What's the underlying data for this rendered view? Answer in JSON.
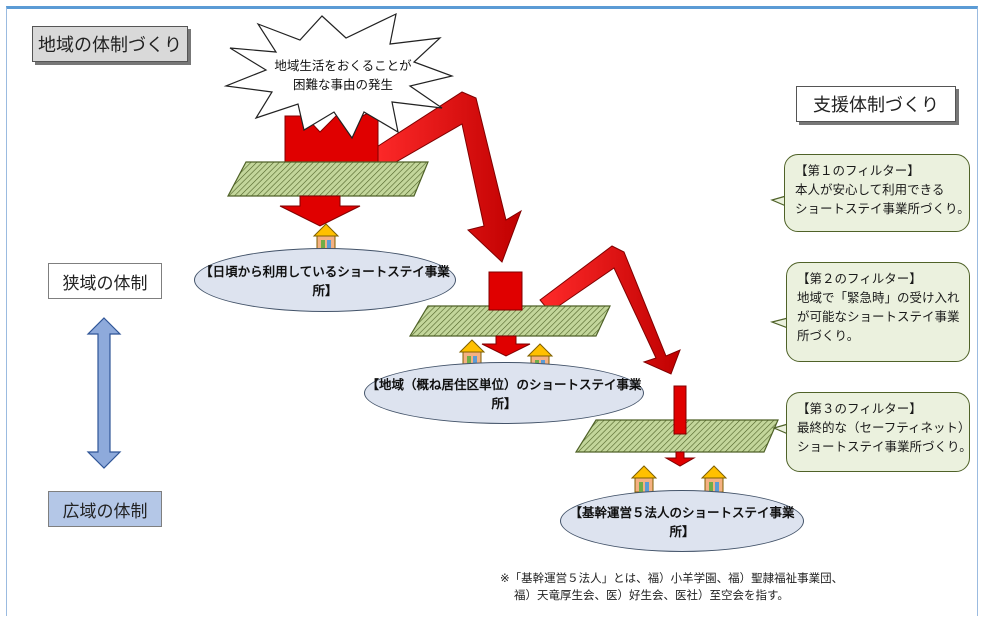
{
  "header_left": "地域の体制づくり",
  "header_right": "支援体制づくり",
  "event_lines": [
    "地域生活をおくることが",
    "困難な事由の発生"
  ],
  "scope": {
    "narrow": "狭域の体制",
    "wide": "広域の体制"
  },
  "tiers": [
    "【日頃から利用しているショートステイ事業所】",
    "【地域（概ね居住区単位）のショートステイ事業所】",
    "【基幹運営５法人のショートステイ事業所】"
  ],
  "filters": [
    [
      "【第１のフィルター】",
      "本人が安心して利用できる",
      "ショートステイ事業所づくり。"
    ],
    [
      "【第２のフィルター】",
      "地域で「緊急時」の受け入れ",
      "が可能なショートステイ事業",
      "所づくり。"
    ],
    [
      "【第３のフィルター】",
      "最終的な（セーフティネット）",
      "ショートステイ事業所づくり。"
    ]
  ],
  "note_lines": [
    "※「基幹運営５法人」とは、福）小羊学園、福）聖隷福祉事業団、",
    "福）天竜厚生会、医）好生会、医社）至空会を指す。"
  ],
  "colors": {
    "frame": "#5b9bd5",
    "red_arrow": "#e00000",
    "filter_plate": "#9bbb59",
    "callout_fill": "#ebf1de",
    "narrow_fill": "#ffffff",
    "wide_fill": "#b4c7e7",
    "ellipse_fill": "#dde3ef"
  },
  "icons": [
    "explosion-burst-icon",
    "house-icon",
    "family-icon",
    "double-arrow-icon"
  ]
}
